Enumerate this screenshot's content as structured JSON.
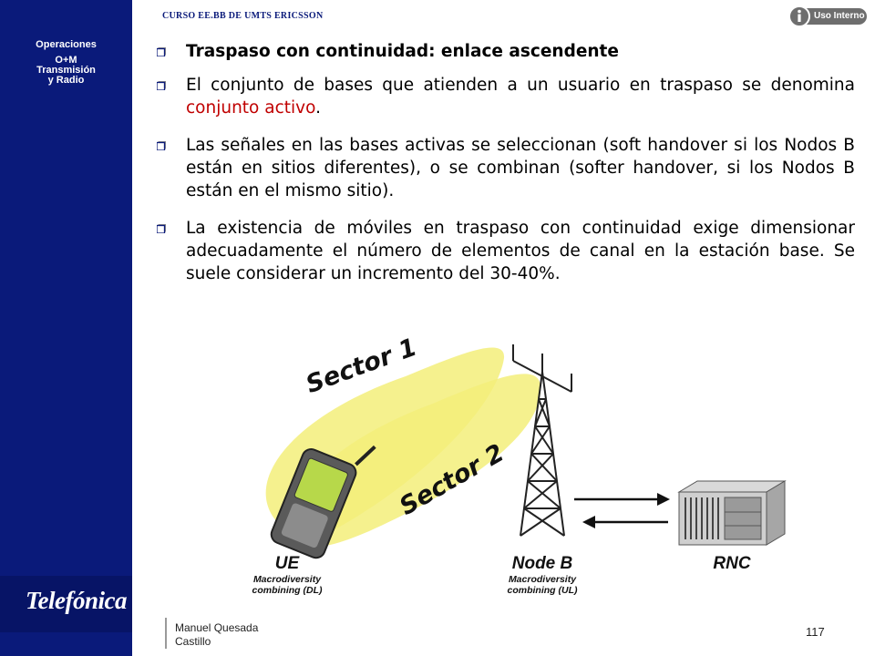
{
  "sidebar": {
    "lines": [
      "Operaciones",
      "O+M",
      "Transmisión",
      "y Radio"
    ],
    "brand": "Telefónica"
  },
  "header": {
    "course": "CURSO EE.BB DE UMTS ERICSSON",
    "badge": "Uso Interno"
  },
  "content": {
    "title": "Traspaso con continuidad: enlace ascendente",
    "bullet1_pre": "El conjunto de bases que atienden a un usuario en traspaso se denomina ",
    "bullet1_highlight": "conjunto activo",
    "bullet1_post": ".",
    "bullet2": "Las señales en las bases activas se seleccionan (soft handover si los Nodos B están en sitios diferentes), o se combinan (softer handover, si los Nodos B están en el mismo sitio).",
    "bullet3": "La existencia de móviles en traspaso con continuidad exige dimensionar adecuadamente el número de elementos de canal en la estación base. Se suele considerar un incremento del 30-40%."
  },
  "figure": {
    "sector1": "Sector 1",
    "sector2": "Sector 2",
    "ue": "UE",
    "ue_sub1": "Macrodiversity",
    "ue_sub2": "combining (DL)",
    "nodeb": "Node B",
    "nodeb_sub1": "Macrodiversity",
    "nodeb_sub2": "combining (UL)",
    "rnc": "RNC"
  },
  "footer": {
    "author_line1": "Manuel Quesada",
    "author_line2": "Castillo",
    "page": "117"
  },
  "colors": {
    "sidebar": "#0a1a7a",
    "highlight": "#c00000",
    "beam": "#f3ee7a"
  }
}
